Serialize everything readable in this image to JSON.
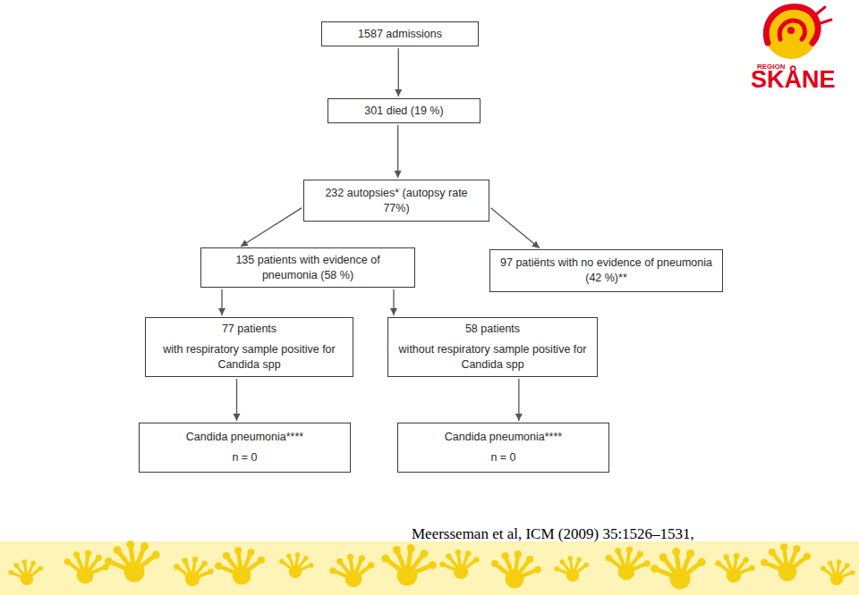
{
  "diagram": {
    "nodes": [
      {
        "text": [
          "1587 admissions"
        ]
      },
      {
        "text": [
          "301 died (19 %)"
        ]
      },
      {
        "text": [
          "232 autopsies* (autopsy rate 77%)"
        ]
      },
      {
        "text": [
          "135 patients with evidence of pneumonia (58 %)"
        ]
      },
      {
        "text": [
          "97 patiënts with no evidence of pneumonia (42 %)**"
        ]
      },
      {
        "text": [
          "77 patients",
          "with respiratory sample positive for Candida spp"
        ]
      },
      {
        "text": [
          "58 patients",
          "without respiratory sample positive for Candida spp"
        ]
      },
      {
        "text": [
          "Candida pneumonia****",
          "n = 0"
        ]
      },
      {
        "text": [
          "Candida pneumonia****",
          "n = 0"
        ]
      }
    ],
    "edges": [
      {
        "from": 0,
        "to": 1,
        "arrow": "to"
      },
      {
        "from": 1,
        "to": 2,
        "arrow": "to"
      },
      {
        "from": 2,
        "to": 3,
        "arrow": "to"
      },
      {
        "from": 2,
        "to": 4,
        "arrow": "to"
      },
      {
        "from": 3,
        "to": 5,
        "arrow": "to"
      },
      {
        "from": 3,
        "to": 6,
        "arrow": "to"
      },
      {
        "from": 5,
        "to": 7,
        "arrow": "to"
      },
      {
        "from": 6,
        "to": 8,
        "arrow": "to"
      }
    ],
    "labels": [
      "Meersseman et al, ICM (2009) 35:1526–1531,",
      "REGION",
      "SKÅNE"
    ]
  }
}
